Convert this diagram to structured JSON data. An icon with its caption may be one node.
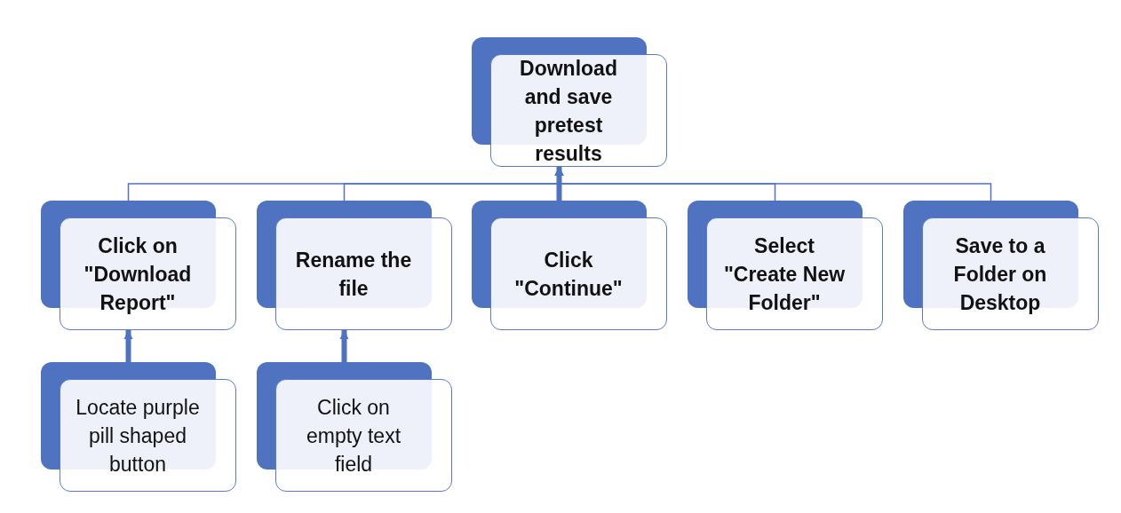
{
  "diagram": {
    "nodes": [
      {
        "text": [
          "Download and save pretest results"
        ]
      },
      {
        "text": [
          "Click on \"Download Report\""
        ]
      },
      {
        "text": [
          "Rename the file"
        ]
      },
      {
        "text": [
          "Click \"Continue\""
        ]
      },
      {
        "text": [
          "Select \"Create New Folder\""
        ]
      },
      {
        "text": [
          "Save to a Folder on Desktop"
        ]
      },
      {
        "text": [
          "Locate purple pill shaped button"
        ]
      },
      {
        "text": [
          "Click on empty text field"
        ]
      }
    ],
    "edges": [
      {
        "from": 1,
        "to": 0,
        "arrow": "to"
      },
      {
        "from": 2,
        "to": 0,
        "arrow": "to"
      },
      {
        "from": 3,
        "to": 0,
        "arrow": "to",
        "style": "thick"
      },
      {
        "from": 4,
        "to": 0,
        "arrow": "to"
      },
      {
        "from": 5,
        "to": 0,
        "arrow": "to"
      },
      {
        "from": 6,
        "to": 1,
        "arrow": "to",
        "style": "thick"
      },
      {
        "from": 7,
        "to": 2,
        "arrow": "to",
        "style": "thick"
      }
    ]
  }
}
